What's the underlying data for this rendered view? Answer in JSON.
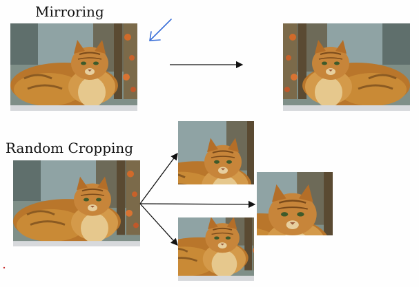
{
  "slide": {
    "mirroring_label": "Mirroring",
    "random_cropping_label": "Random Cropping"
  },
  "images": {
    "original_mirroring": "cat-photo",
    "mirrored_output": "cat-photo-flipped",
    "original_cropping": "cat-photo",
    "crop_outputs": [
      "cat-crop-top",
      "cat-crop-right",
      "cat-crop-bottom"
    ]
  },
  "annotations": {
    "pen_mark_color": "#3a6fd8",
    "arrow_color": "#111111"
  }
}
